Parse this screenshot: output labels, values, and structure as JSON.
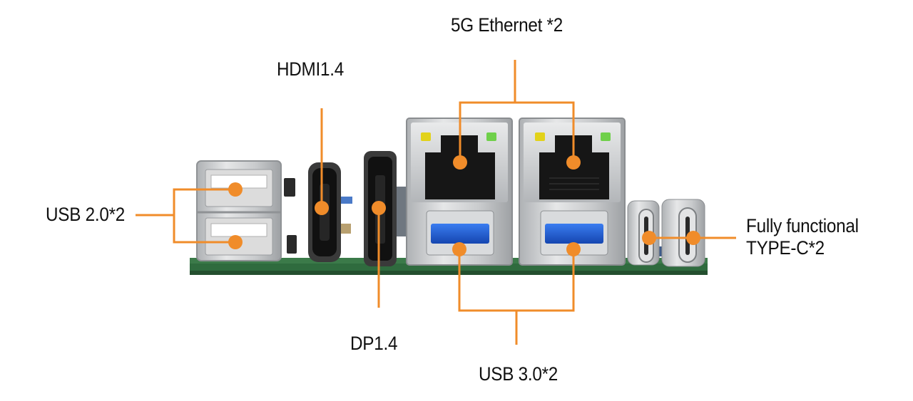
{
  "labels": {
    "ethernet": "5G Ethernet *2",
    "hdmi": "HDMI1.4",
    "usb2": "USB 2.0*2",
    "dp": "DP1.4",
    "usb3": "USB 3.0*2",
    "typec_line1": "Fully functional",
    "typec_line2": "TYPE-C*2"
  },
  "colors": {
    "accent": "#f08c2a",
    "background": "#ffffff",
    "pcb": "#2f6b3e",
    "metal": "#c9cbcd",
    "connector_black": "#1a1a1a",
    "usb3_blue": "#1f5fd0",
    "led_yellow": "#e2d21a",
    "led_green": "#6fd04a"
  }
}
